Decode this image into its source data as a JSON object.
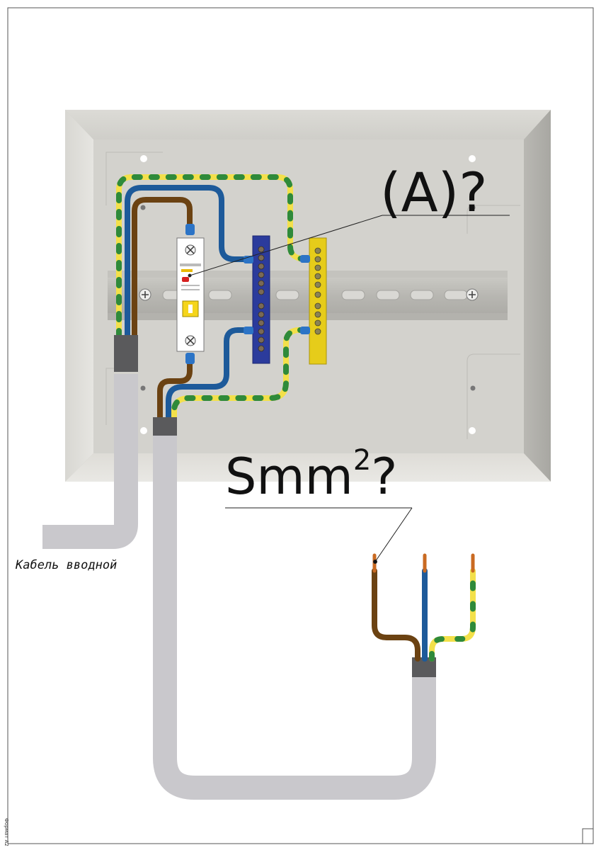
{
  "labels": {
    "amperage_question": "(A)?",
    "cross_section_base": "Smm",
    "cross_section_sup": "2",
    "cross_section_q": "?",
    "input_cable": "Кабель вводной",
    "sheet_format": "Формат А2"
  },
  "colors": {
    "panel": "#c9c8c3",
    "panel_inner": "#d6d5cf",
    "din_rail": "#bdbcb7",
    "cable_sheath": "#c9c8cc",
    "cable_end": "#5a5a5c",
    "phase_brown": "#6b4212",
    "neutral_blue": "#1d5a9a",
    "earth_yellow": "#f3e04a",
    "earth_green": "#2f8a3a",
    "neutral_bus": "#2b3b9c",
    "earth_bus": "#e6cc1a",
    "breaker_toggle": "#f5d51b",
    "copper": "#c96a22"
  },
  "icons": [
    "breaker-icon",
    "neutral-busbar-icon",
    "earth-busbar-icon",
    "din-rail-icon"
  ]
}
